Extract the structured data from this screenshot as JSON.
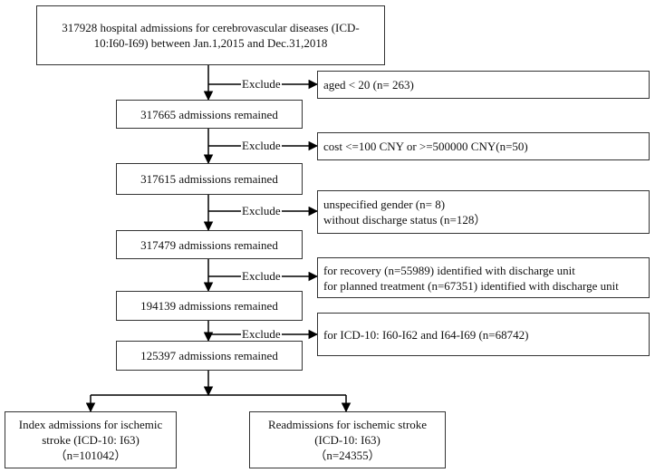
{
  "top": {
    "line1": "317928  hospital admissions for cerebrovascular diseases  (ICD-",
    "line2": "10:I60-I69) between Jan.1,2015 and Dec.31,2018"
  },
  "steps": [
    {
      "remain": "317665 admissions remained",
      "exclude_label": "Exclude",
      "exclude_lines": [
        "aged < 20 (n= 263)"
      ]
    },
    {
      "remain": "317615 admissions remained",
      "exclude_label": "Exclude",
      "exclude_lines": [
        "cost <=100 CNY or >=500000 CNY(n=50)"
      ]
    },
    {
      "remain": "317479 admissions remained",
      "exclude_label": "Exclude",
      "exclude_lines": [
        "unspecified gender (n= 8)",
        "without discharge status (n=128）"
      ]
    },
    {
      "remain": "194139 admissions remained",
      "exclude_label": "Exclude",
      "exclude_lines": [
        "for recovery (n=55989) identified with discharge unit",
        "for planned treatment (n=67351) identified with discharge unit"
      ]
    },
    {
      "remain": "125397 admissions remained",
      "exclude_label": "Exclude",
      "exclude_lines": [
        "for ICD-10: I60-I62 and I64-I69 (n=68742)"
      ]
    }
  ],
  "outcomes": {
    "index": {
      "line1": "Index admissions for ischemic",
      "line2": "stroke (ICD-10: I63)",
      "line3": "（n=101042）"
    },
    "readmit": {
      "line1": "Readmissions for ischemic stroke",
      "line2": "(ICD-10: I63)",
      "line3": "（n=24355）"
    }
  },
  "colors": {
    "line": "#000000",
    "border": "#333333"
  }
}
